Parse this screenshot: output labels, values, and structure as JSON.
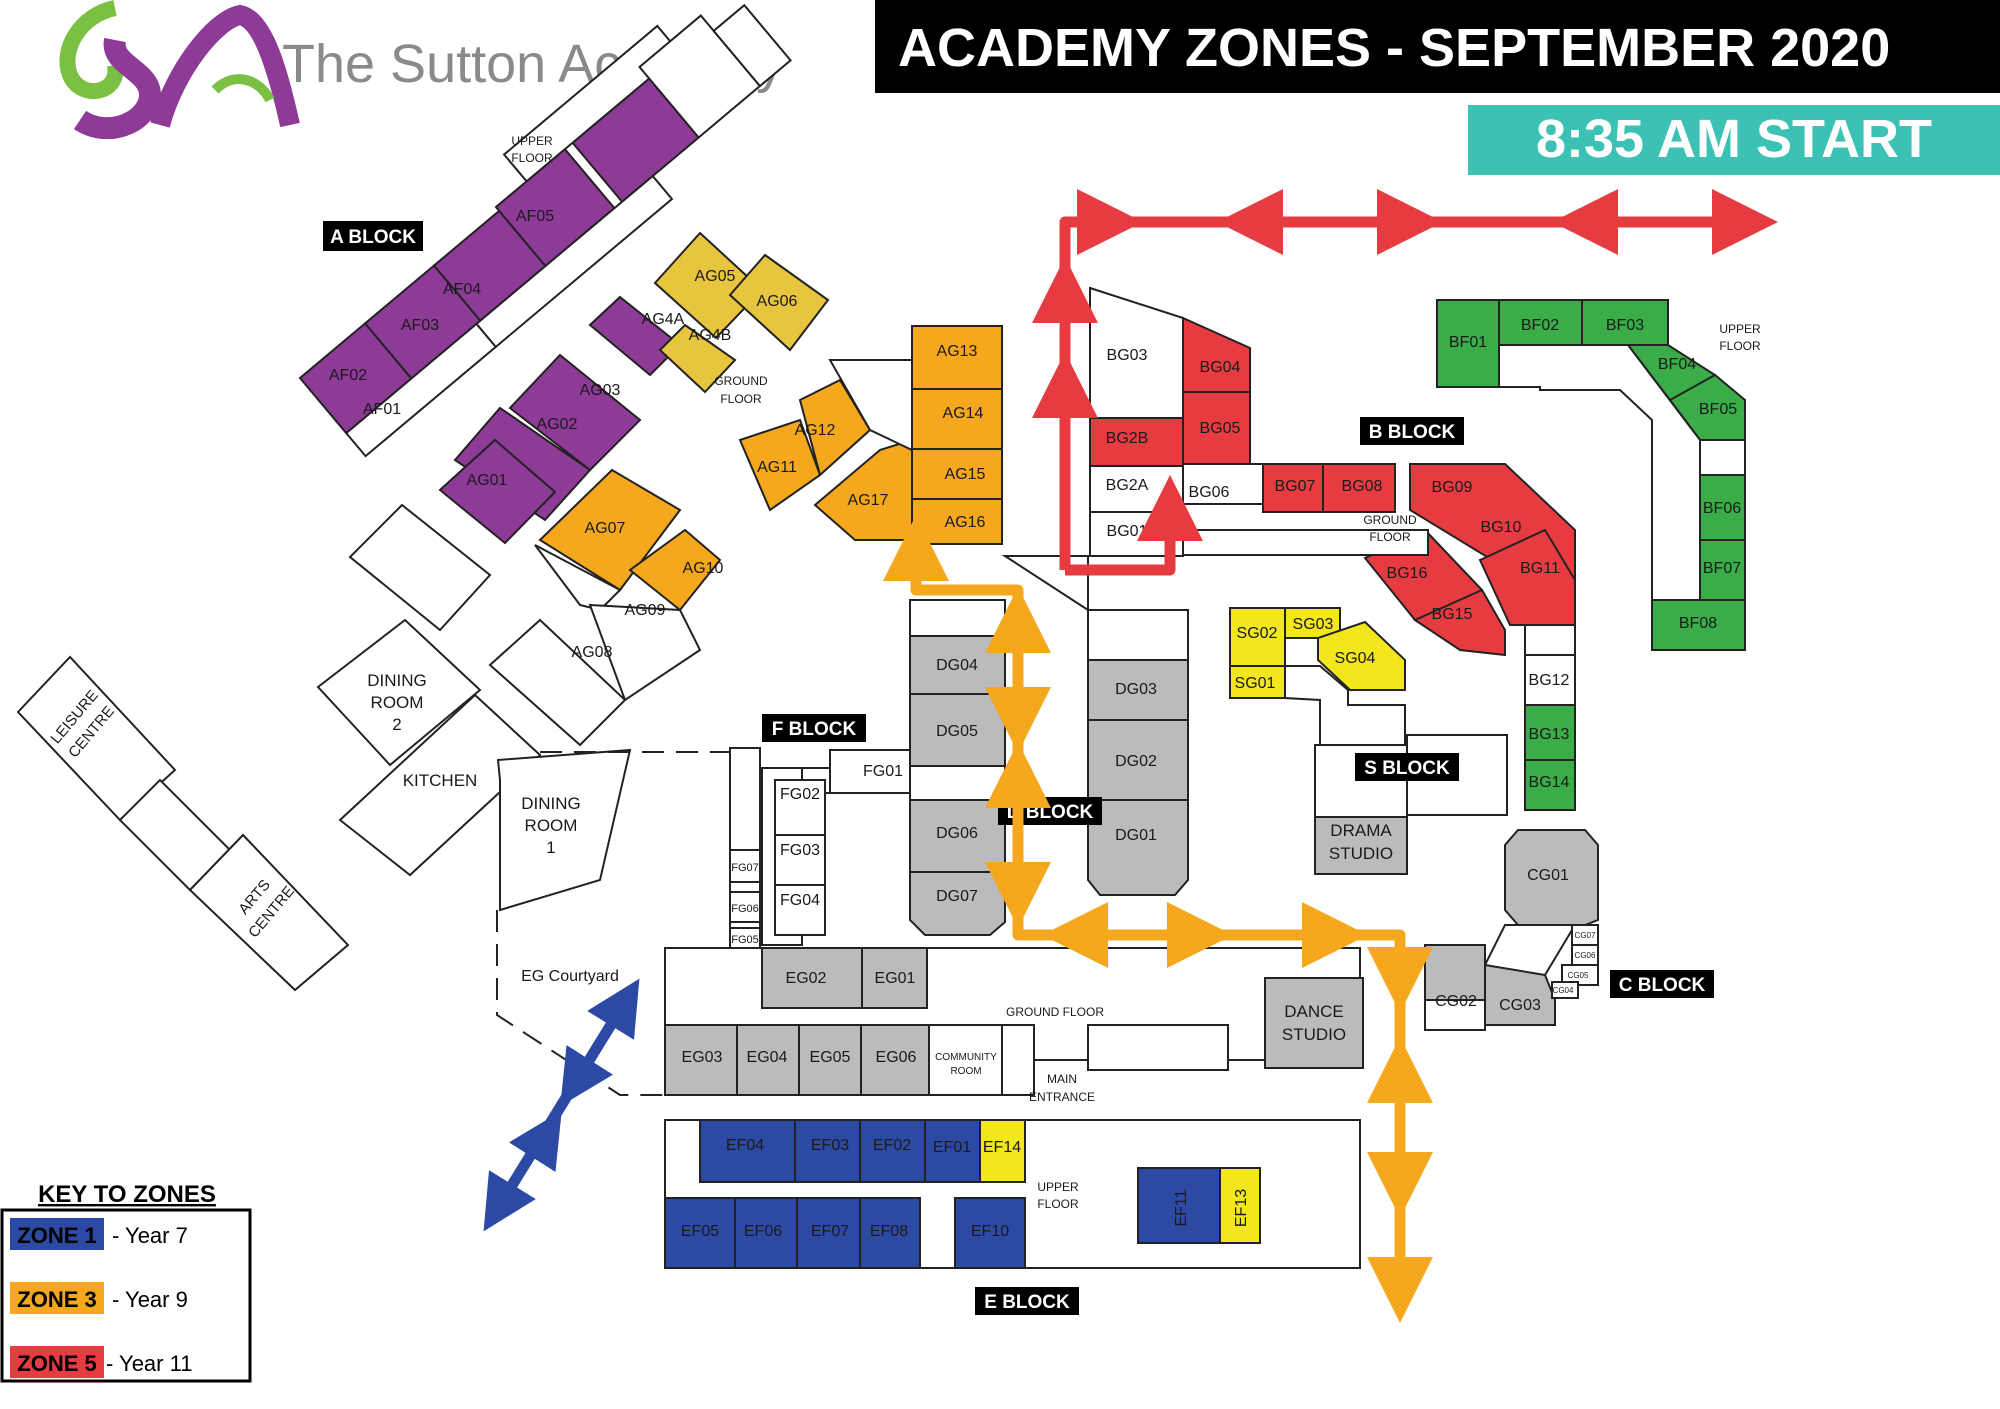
{
  "header": {
    "school_name": "The Sutton Academy",
    "title": "ACADEMY ZONES - SEPTEMBER 2020",
    "start_time": "8:35 AM START"
  },
  "colors": {
    "purple": "#8e3a97",
    "orange": "#f5a81d",
    "gold": "#e8c53e",
    "red": "#e63c41",
    "green": "#3aad49",
    "grey": "#bbbbbb",
    "blue": "#2c4aa3",
    "yellow": "#f2e61c",
    "teal": "#3cc1b5",
    "logo_green": "#7ac143"
  },
  "blocks": {
    "a": "A BLOCK",
    "b": "B BLOCK",
    "c": "C BLOCK",
    "d": "D BLOCK",
    "e": "E BLOCK",
    "f": "F BLOCK",
    "s": "S BLOCK"
  },
  "floors": {
    "a_upper": [
      "UPPER",
      "FLOOR"
    ],
    "a_ground": [
      "GROUND",
      "FLOOR"
    ],
    "b_upper": [
      "UPPER",
      "FLOOR"
    ],
    "b_ground": [
      "GROUND",
      "FLOOR"
    ],
    "e_ground": "GROUND FLOOR",
    "e_upper": [
      "UPPER",
      "FLOOR"
    ],
    "main_entrance": [
      "MAIN",
      "ENTRANCE"
    ]
  },
  "areas": {
    "leisure": [
      "LEISURE",
      "CENTRE"
    ],
    "arts": [
      "ARTS",
      "CENTRE"
    ],
    "dining2": [
      "DINING",
      "ROOM",
      "2"
    ],
    "kitchen": "KITCHEN",
    "dining1": [
      "DINING",
      "ROOM",
      "1"
    ],
    "courtyard": "EG Courtyard",
    "drama": [
      "DRAMA",
      "STUDIO"
    ],
    "dance": [
      "DANCE",
      "STUDIO"
    ],
    "community": [
      "COMMUNITY",
      "ROOM"
    ]
  },
  "rooms": {
    "AF05": "AF05",
    "AF04": "AF04",
    "AF03": "AF03",
    "AF02": "AF02",
    "AF01": "AF01",
    "AG05": "AG05",
    "AG06": "AG06",
    "AG4A": "AG4A",
    "AG4B": "AG4B",
    "AG03": "AG03",
    "AG02": "AG02",
    "AG01": "AG01",
    "AG07": "AG07",
    "AG10": "AG10",
    "AG09": "AG09",
    "AG08": "AG08",
    "AG12": "AG12",
    "AG11": "AG11",
    "AG13": "AG13",
    "AG14": "AG14",
    "AG15": "AG15",
    "AG16": "AG16",
    "AG17": "AG17",
    "BG03": "BG03",
    "BG04": "BG04",
    "BG05": "BG05",
    "BG2B": "BG2B",
    "BG2A": "BG2A",
    "BG01": "BG01",
    "BG06": "BG06",
    "BG07": "BG07",
    "BG08": "BG08",
    "BG09": "BG09",
    "BG10": "BG10",
    "BG11": "BG11",
    "BG16": "BG16",
    "BG15": "BG15",
    "BG12": "BG12",
    "BG13": "BG13",
    "BG14": "BG14",
    "BF01": "BF01",
    "BF02": "BF02",
    "BF03": "BF03",
    "BF04": "BF04",
    "BF05": "BF05",
    "BF06": "BF06",
    "BF07": "BF07",
    "BF08": "BF08",
    "SG02": "SG02",
    "SG03": "SG03",
    "SG04": "SG04",
    "SG01": "SG01",
    "DG04": "DG04",
    "DG05": "DG05",
    "DG06": "DG06",
    "DG07": "DG07",
    "DG03": "DG03",
    "DG02": "DG02",
    "DG01": "DG01",
    "FG01": "FG01",
    "FG02": "FG02",
    "FG03": "FG03",
    "FG04": "FG04",
    "FG07": "FG07",
    "FG06": "FG06",
    "FG05": "FG05",
    "EG02": "EG02",
    "EG01": "EG01",
    "EG03": "EG03",
    "EG04": "EG04",
    "EG05": "EG05",
    "EG06": "EG06",
    "EF04": "EF04",
    "EF03": "EF03",
    "EF02": "EF02",
    "EF01": "EF01",
    "EF14": "EF14",
    "EF05": "EF05",
    "EF06": "EF06",
    "EF07": "EF07",
    "EF08": "EF08",
    "EF10": "EF10",
    "EF11": "EF11",
    "EF13": "EF13",
    "CG01": "CG01",
    "CG02": "CG02",
    "CG03": "CG03",
    "CG07": "CG07",
    "CG06": "CG06",
    "CG05": "CG05",
    "CG04": "CG04"
  },
  "key": {
    "title": "KEY TO ZONES",
    "items": [
      {
        "zone": "ZONE 1",
        "year": "- Year 7",
        "color": "#2c4aa3"
      },
      {
        "zone": "ZONE 3",
        "year": "- Year 9",
        "color": "#f5a81d"
      },
      {
        "zone": "ZONE 5",
        "year": "- Year 11",
        "color": "#e63c41"
      }
    ]
  }
}
